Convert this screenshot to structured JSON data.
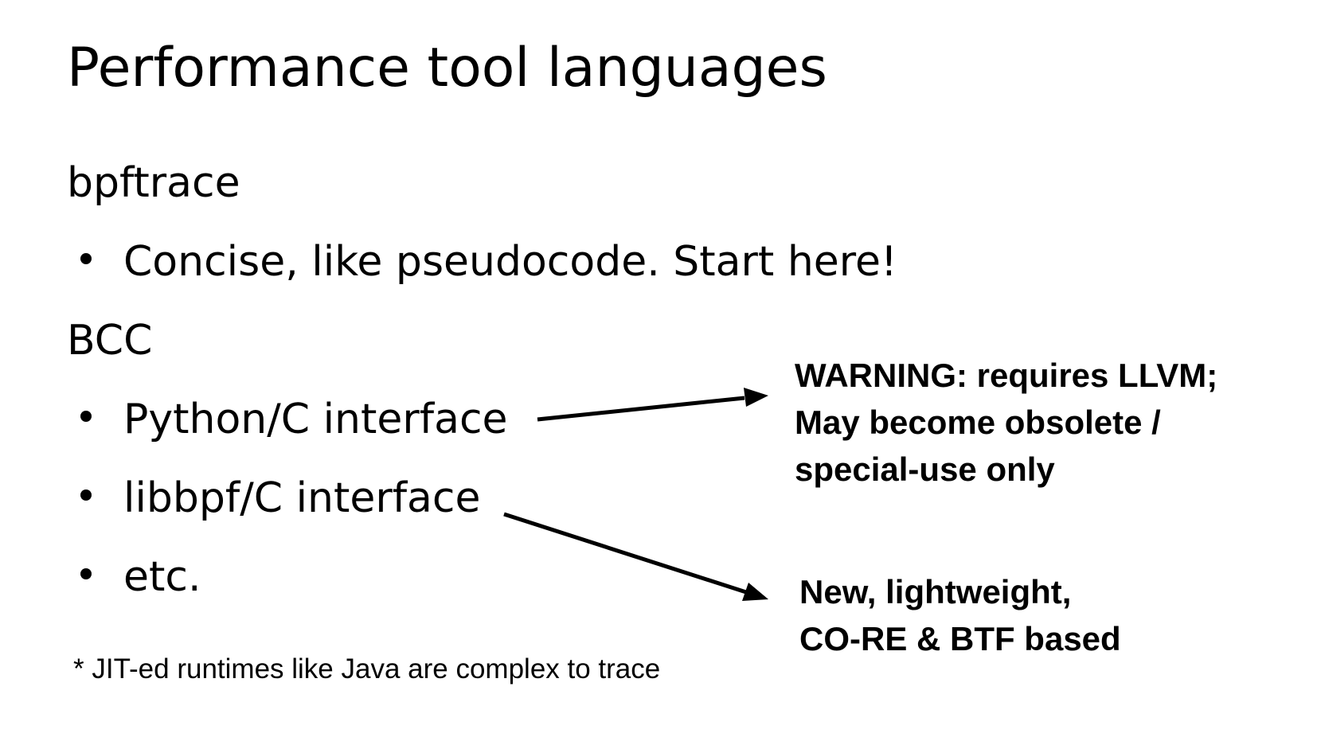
{
  "slide": {
    "title": "Performance tool languages",
    "sections": [
      {
        "heading": "bpftrace",
        "bullets": [
          "Concise, like pseudocode. Start here!"
        ]
      },
      {
        "heading": "BCC",
        "bullets": [
          "Python/C interface",
          "libbpf/C interface",
          "etc."
        ]
      }
    ],
    "callouts": [
      {
        "lines": [
          "WARNING: requires LLVM;",
          "May become obsolete /",
          "special-use only"
        ]
      },
      {
        "lines": [
          "New, lightweight,",
          "CO-RE & BTF based"
        ]
      }
    ],
    "footnote": "* JIT-ed runtimes like Java are complex to trace"
  }
}
